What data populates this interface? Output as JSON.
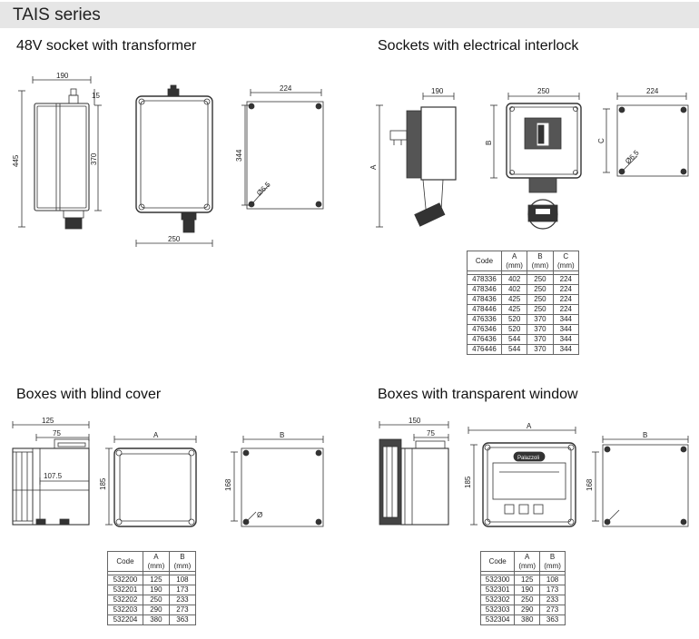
{
  "page_title": "TAIS series",
  "sections": {
    "transformer": "48V socket with transformer",
    "interlock": "Sockets with electrical interlock",
    "blind": "Boxes with blind cover",
    "window": "Boxes with transparent window"
  },
  "dims": {
    "t_190": "190",
    "t_15": "15",
    "t_445": "445",
    "t_370": "370",
    "t_250": "250",
    "t_224": "224",
    "t_344": "344",
    "t_hole": "Ø6.5",
    "i_190": "190",
    "i_250": "250",
    "i_224": "224",
    "i_A": "A",
    "i_B": "B",
    "i_C": "C",
    "i_hole": "Ø6.5",
    "b_125": "125",
    "b_75": "75",
    "b_107": "107.5",
    "b_185": "185",
    "b_A": "A",
    "b_B": "B",
    "b_168": "168",
    "b_hole": "Ø",
    "w_150": "150",
    "w_75": "75",
    "w_185": "185",
    "w_A": "A",
    "w_B": "B",
    "w_168": "168",
    "w_brand": "Palazzoli"
  },
  "interlock_table": {
    "headers": [
      "Code",
      "A",
      "B",
      "C"
    ],
    "units": [
      "",
      "(mm)",
      "(mm)",
      "(mm)"
    ],
    "rows": [
      [
        "478336",
        "402",
        "250",
        "224"
      ],
      [
        "478346",
        "402",
        "250",
        "224"
      ],
      [
        "478436",
        "425",
        "250",
        "224"
      ],
      [
        "478446",
        "425",
        "250",
        "224"
      ],
      [
        "476336",
        "520",
        "370",
        "344"
      ],
      [
        "476346",
        "520",
        "370",
        "344"
      ],
      [
        "476436",
        "544",
        "370",
        "344"
      ],
      [
        "476446",
        "544",
        "370",
        "344"
      ]
    ]
  },
  "blind_table": {
    "headers": [
      "Code",
      "A",
      "B"
    ],
    "units": [
      "",
      "(mm)",
      "(mm)"
    ],
    "rows": [
      [
        "532200",
        "125",
        "108"
      ],
      [
        "532201",
        "190",
        "173"
      ],
      [
        "532202",
        "250",
        "233"
      ],
      [
        "532203",
        "290",
        "273"
      ],
      [
        "532204",
        "380",
        "363"
      ]
    ]
  },
  "window_table": {
    "headers": [
      "Code",
      "A",
      "B"
    ],
    "units": [
      "",
      "(mm)",
      "(mm)"
    ],
    "rows": [
      [
        "532300",
        "125",
        "108"
      ],
      [
        "532301",
        "190",
        "173"
      ],
      [
        "532302",
        "250",
        "233"
      ],
      [
        "532303",
        "290",
        "273"
      ],
      [
        "532304",
        "380",
        "363"
      ]
    ]
  }
}
